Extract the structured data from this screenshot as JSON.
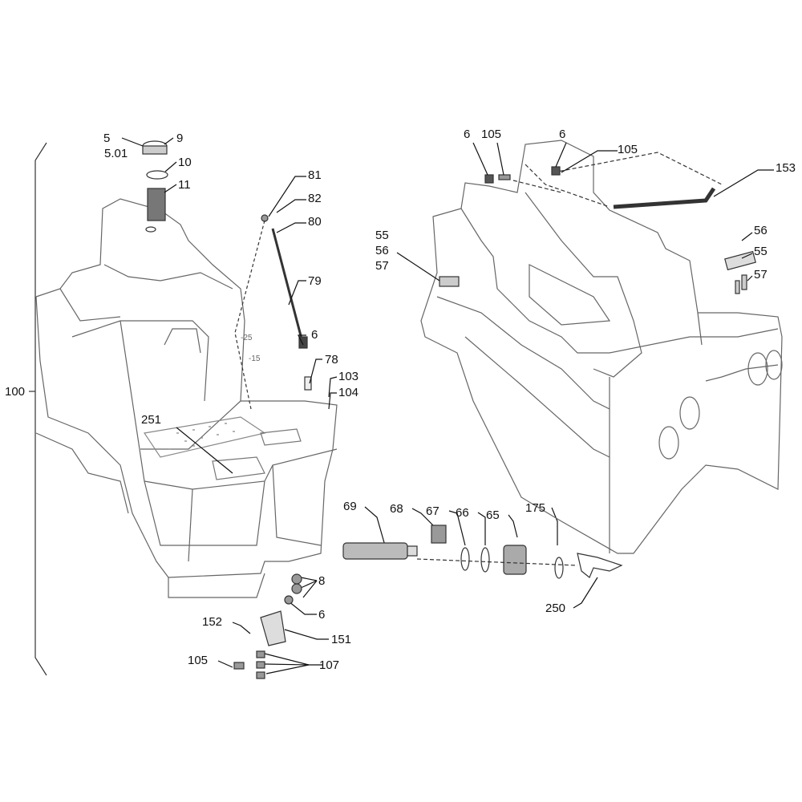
{
  "left_assembly": {
    "callouts": {
      "p5": "5",
      "p5_01": "5.01",
      "p9": "9",
      "p10": "10",
      "p11": "11",
      "p81": "81",
      "p82": "82",
      "p80": "80",
      "p79": "79",
      "p6a": "6",
      "p78": "78",
      "p103": "103",
      "p104": "104",
      "p100": "100",
      "p251": "251",
      "p69": "69",
      "p68": "68",
      "p67": "67",
      "p66": "66",
      "p65": "65",
      "p175": "175",
      "p8": "8",
      "p6b": "6",
      "p152": "152",
      "p151": "151",
      "p105": "105",
      "p107": "107",
      "p250": "250"
    },
    "tank_markings": [
      "-25",
      "-15"
    ]
  },
  "right_assembly": {
    "callouts": {
      "p6a": "6",
      "p105a": "105",
      "p6b": "6",
      "p105b": "105",
      "p153": "153",
      "p55a": "55",
      "p56a": "56",
      "p57a": "57",
      "p56b": "56",
      "p55b": "55",
      "p57b": "57"
    }
  }
}
